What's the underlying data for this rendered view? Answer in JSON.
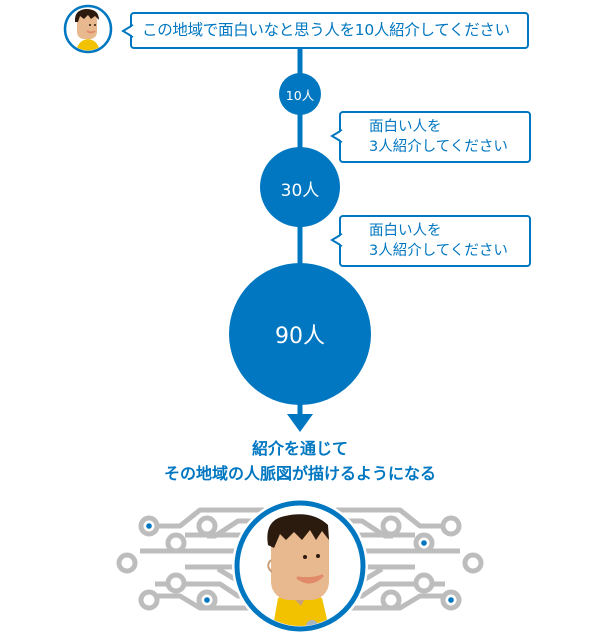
{
  "colors": {
    "accent": "#0077C0",
    "circuit": "#BDBDBD",
    "skin": "#E8B98F",
    "hair": "#2B1A0E",
    "shirt": "#F2C200",
    "mouth": "#E08A6A"
  },
  "top_request": {
    "icon": "person-avatar-icon",
    "text": "この地域で面白いなと思う人を10人紹介してください"
  },
  "nodes": [
    {
      "label": "10人",
      "count": 10
    },
    {
      "label": "30人",
      "count": 30
    },
    {
      "label": "90人",
      "count": 90
    }
  ],
  "step_requests": [
    {
      "line1": "面白い人を",
      "line2": "3人紹介してください"
    },
    {
      "line1": "面白い人を",
      "line2": "3人紹介してください"
    }
  ],
  "conclusion": {
    "line1": "紹介を通じて",
    "line2": "その地域の人脈図が描けるようになる"
  },
  "network_illustration": {
    "icon": "person-network-icon"
  }
}
